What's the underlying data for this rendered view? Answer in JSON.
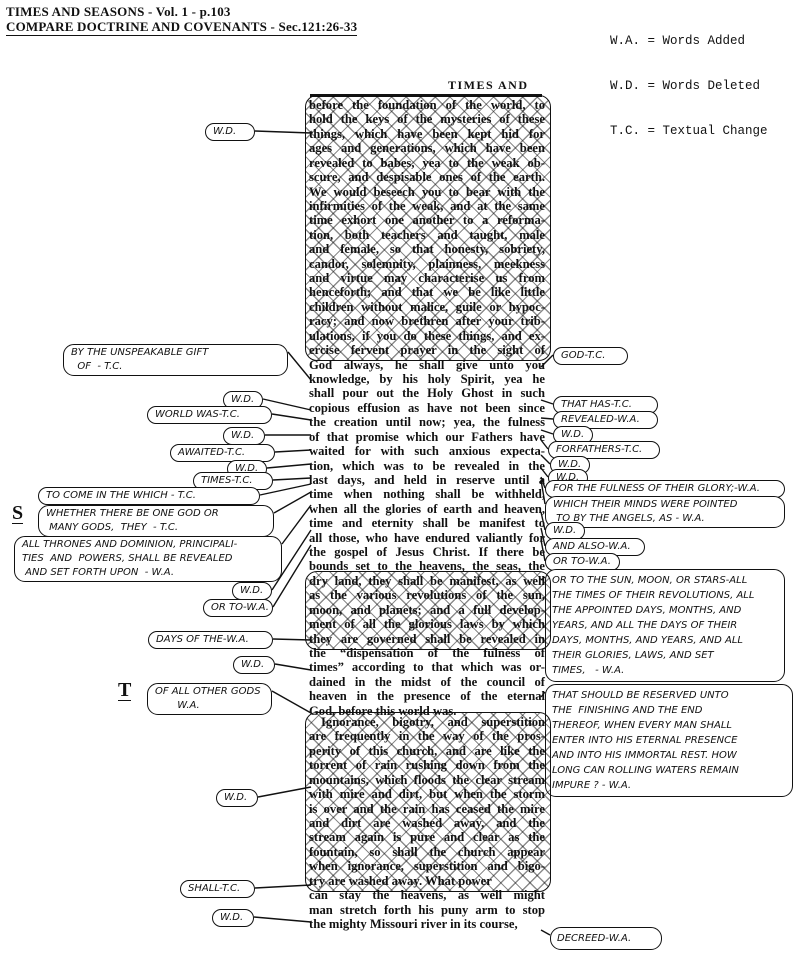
{
  "header": {
    "line1": "TIMES AND SEASONS - Vol. 1 - p.103",
    "line2": "COMPARE DOCTRINE AND COVENANTS - Sec.121:26-33"
  },
  "legend": [
    "W.A. = Words Added",
    "W.D. = Words Deleted",
    "T.C. = Textual Change"
  ],
  "running_head": "TIMES AND",
  "margin_letters": {
    "s": "S",
    "t": "T"
  },
  "column": {
    "lines": [
      "before the foundation of the world, to",
      "hold the keys of the mysteries of these",
      "things, which have been kept hid for",
      "ages and generations, which have been",
      "revealed to babes, yea to the weak ob-",
      "scure, and despisable ones of the earth.",
      "We would beseech you to bear with the",
      "infirmities of the weak, and at the same",
      "time exhort one another to a reforma-",
      "tion, both teachers and taught, male",
      "and female, so that honesty, sobriety,",
      "candor, solemnity, plainness, meekness",
      "and virtue may characterise us from",
      "henceforth; and that we be like little",
      "children without malice, guile or hypoc-",
      "racy; and now brethren after your trib-",
      "ulations, if you do these things, and ex-",
      "ercise fervent prayer in the sight of",
      "God always, he shall give unto you",
      "knowledge, by his holy Spirit, yea he",
      "shall pour out the Holy Ghost in such",
      "copious effusion as have not been since",
      "the creation until now; yea, the fulness",
      "of that promise which our Fathers have",
      "waited for with such anxious expecta-",
      "tion, which was to be revealed in the",
      "last days, and held in reserve until a",
      "time when nothing shall be withheld,",
      "when all the glories of earth and heaven,",
      "time and eternity shall be manifest to",
      "all those, who have endured valiantly for",
      "the gospel of Jesus Christ. If there be",
      "bounds set to the heavens, the seas, the",
      "dry land, they shall be manifest, as well",
      "as the various revolutions of the sun,",
      "moon, and planets; and a full develop-",
      "ment of all the glorious laws by which",
      "they are governed shall be revealed in",
      "the “dispensation of the fulness of",
      "times” according to that which was or-",
      "dained in the midst of the council of",
      "heaven in the presence of the eternal",
      "God, before this world was.",
      "Ignorance, bigotry, and superstition",
      "are frequently in the way of the pros-",
      "perity of this church, and are like the",
      "torrent of rain rushing down from the",
      "mountains, which floods the clear stream",
      "with mire and dirt, but when the storm",
      "is over and the rain has ceased the mire",
      "and dirt are washed away, and the",
      "stream again is pure and clear as the",
      "fountain, so shall the church appear",
      "when ignorance, superstition and bigo-",
      "try are washed away. What power",
      "can stay the heavens, as well might",
      "man stretch forth his puny arm to stop",
      "the mighty Missouri river in its course,"
    ]
  },
  "annotations": {
    "left": [
      "W.D.",
      "BY THE UNSPEAKABLE GIFT\n  OF  - T.C.",
      "W.D.",
      "WORLD WAS-T.C.",
      "W.D.",
      "AWAITED-T.C.",
      "W.D.",
      "TIMES-T.C.",
      "TO COME IN THE WHICH - T.C.",
      "WHETHER THERE BE ONE GOD OR\n MANY GODS,  THEY  - T.C.",
      "ALL THRONES AND DOMINION, PRINCIPALI-\nTIES  AND  POWERS, SHALL BE REVEALED\n AND SET FORTH UPON  - W.A.",
      "W.D.",
      "OR TO-W.A.",
      "DAYS OF THE-W.A.",
      "W.D.",
      "OF ALL OTHER GODS\n       W.A.",
      "W.D.",
      "SHALL-T.C.",
      "W.D."
    ],
    "right": [
      "GOD-T.C.",
      "THAT HAS-T.C.",
      "REVEALED-W.A.",
      "W.D.",
      "FORFATHERS-T.C.",
      "W.D.",
      "W.D.",
      "FOR THE FULNESS OF THEIR GLORY;-W.A.",
      "WHICH THEIR MINDS WERE POINTED\n TO BY THE ANGELS, AS - W.A.",
      "W.D.",
      "AND ALSO-W.A.",
      "OR TO-W.A.",
      "OR TO THE SUN, MOON, OR STARS-ALL\nTHE TIMES OF THEIR REVOLUTIONS, ALL\nTHE APPOINTED DAYS, MONTHS, AND\nYEARS, AND ALL THE DAYS OF THEIR\nDAYS, MONTHS, AND YEARS, AND ALL\nTHEIR GLORIES, LAWS, AND SET\nTIMES,   - W.A.",
      "THAT SHOULD BE RESERVED UNTO\nTHE  FINISHING AND THE END\nTHEREOF, WHEN EVERY MAN SHALL\nENTER INTO HIS ETERNAL PRESENCE\nAND INTO HIS IMMORTAL REST. HOW\nLONG CAN ROLLING WATERS REMAIN\nIMPURE ? - W.A.",
      "DECREED-W.A."
    ]
  }
}
